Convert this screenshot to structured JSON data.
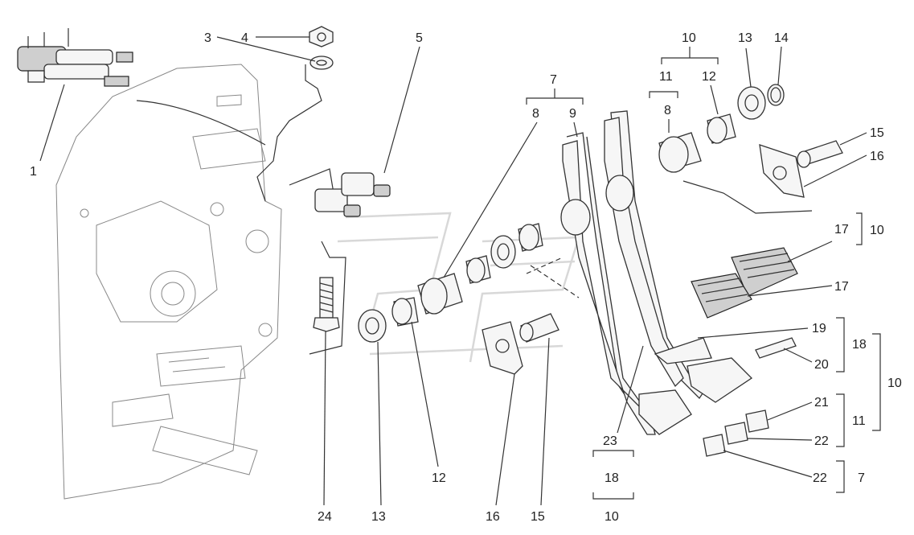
{
  "callouts": [
    {
      "id": "c1",
      "text": "1"
    },
    {
      "id": "c3",
      "text": "3"
    },
    {
      "id": "c4",
      "text": "4"
    },
    {
      "id": "c5",
      "text": "5"
    },
    {
      "id": "c7",
      "text": "7"
    },
    {
      "id": "c8a",
      "text": "8"
    },
    {
      "id": "c9",
      "text": "9"
    },
    {
      "id": "c10top",
      "text": "10"
    },
    {
      "id": "c11top",
      "text": "11"
    },
    {
      "id": "c12top",
      "text": "12"
    },
    {
      "id": "c8b",
      "text": "8"
    },
    {
      "id": "c13top",
      "text": "13"
    },
    {
      "id": "c14",
      "text": "14"
    },
    {
      "id": "c15r",
      "text": "15"
    },
    {
      "id": "c16r",
      "text": "16"
    },
    {
      "id": "c17a",
      "text": "17"
    },
    {
      "id": "c10b",
      "text": "10"
    },
    {
      "id": "c17b",
      "text": "17"
    },
    {
      "id": "c19",
      "text": "19"
    },
    {
      "id": "c20",
      "text": "20"
    },
    {
      "id": "c18r",
      "text": "18"
    },
    {
      "id": "c10c",
      "text": "10"
    },
    {
      "id": "c21",
      "text": "21"
    },
    {
      "id": "c11r",
      "text": "11"
    },
    {
      "id": "c22a",
      "text": "22"
    },
    {
      "id": "c22b",
      "text": "22"
    },
    {
      "id": "c7r",
      "text": "7"
    },
    {
      "id": "c23",
      "text": "23"
    },
    {
      "id": "c18b",
      "text": "18"
    },
    {
      "id": "c10d",
      "text": "10"
    },
    {
      "id": "c24",
      "text": "24"
    },
    {
      "id": "c13b",
      "text": "13"
    },
    {
      "id": "c12b",
      "text": "12"
    },
    {
      "id": "c16b",
      "text": "16"
    },
    {
      "id": "c15b",
      "text": "15"
    }
  ]
}
